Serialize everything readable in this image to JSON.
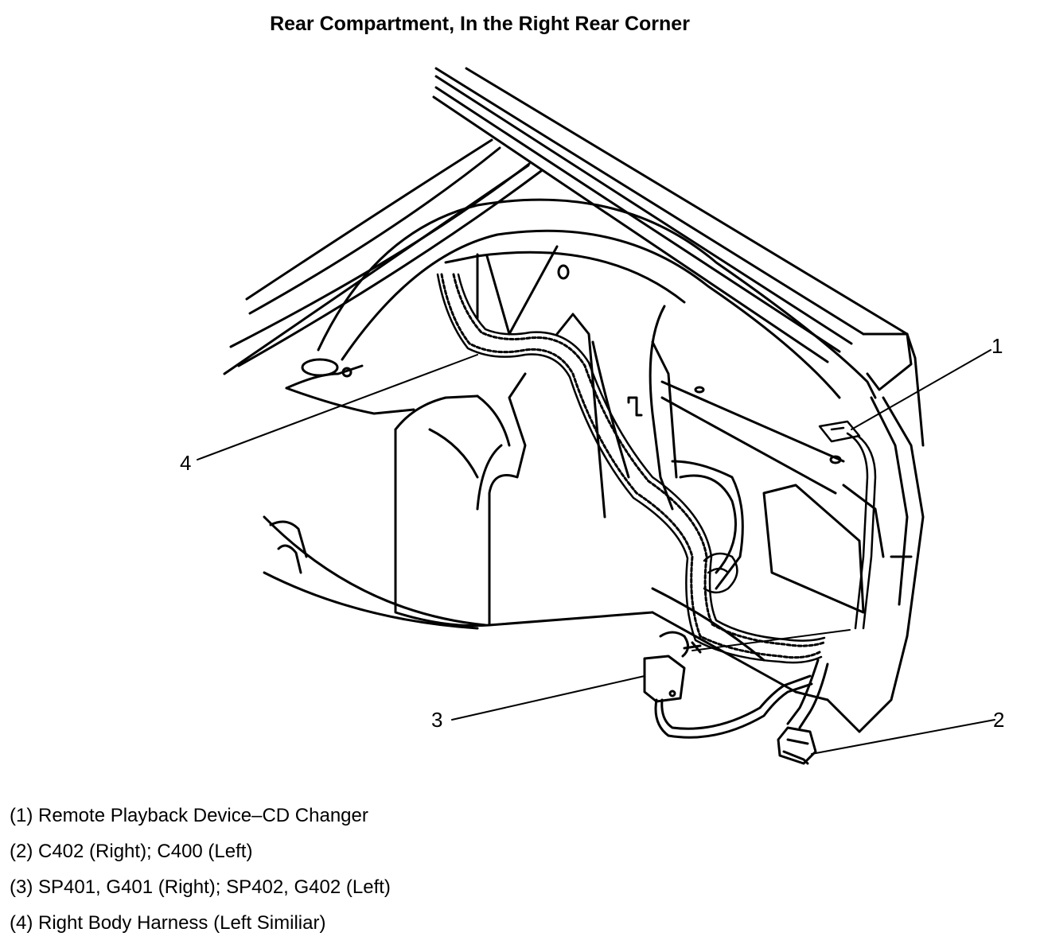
{
  "title": "Rear Compartment, In the Right Rear Corner",
  "callouts": [
    {
      "number": "1"
    },
    {
      "number": "2"
    },
    {
      "number": "3"
    },
    {
      "number": "4"
    }
  ],
  "legend": [
    {
      "text": "(1) Remote Playback Device–CD Changer"
    },
    {
      "text": "(2) C402 (Right); C400 (Left)"
    },
    {
      "text": "(3) SP401, G401 (Right); SP402, G402 (Left)"
    },
    {
      "text": "(4) Right Body Harness (Left Similiar)"
    }
  ]
}
